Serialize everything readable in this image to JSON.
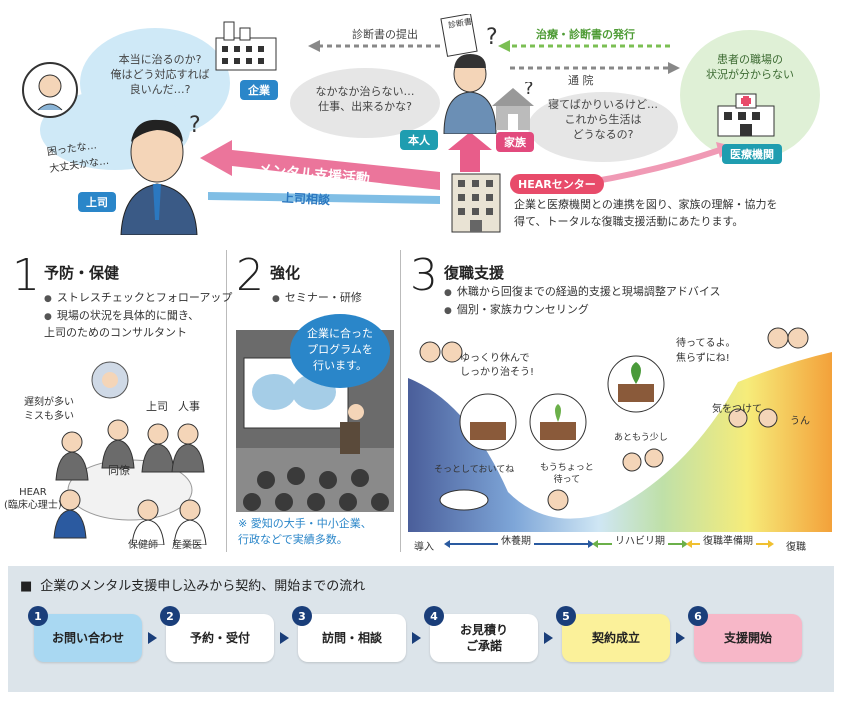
{
  "top": {
    "submit_label": "診断書の提出",
    "issue_label": "治療・診断書の発行",
    "visit_label": "通 院",
    "boss_thought": "本当に治るのか?\n俺はどう対応すれば\n良いんだ…?",
    "boss_handwritten": "困ったな…\n大丈夫かな…",
    "company_tag": "企業",
    "boss_tag": "上司",
    "person_thought": "なかなか治らない…\n仕事、出来るかな?",
    "family_thought": "寝てばかりいるけど…\nこれから生活は\nどうなるの?",
    "medical_thought": "患者の職場の\n状況が分からない",
    "person_tag": "本人",
    "family_tag": "家族",
    "medical_tag": "医療機関",
    "doc_label": "診断書",
    "mental_support": "メンタル支援活動",
    "boss_consult": "上司相談",
    "hear_tag": "HEARセンター",
    "hear_desc": "企業と医療機関との連携を図り、家族の理解・協力を\n得て、トータルな復職支援活動にあたります。"
  },
  "sections": [
    {
      "num": "1",
      "title": "予防・保健",
      "bullets": [
        "ストレスチェックとフォローアップ",
        "現場の状況を具体的に聞き、\n上司のためのコンサルタント"
      ],
      "labels": {
        "late": "遅刻が多い\nミスも多い",
        "boss": "上司",
        "hr": "人事",
        "colleague": "同僚",
        "hear": "HEAR\n(臨床心理士)",
        "nurse": "保健師",
        "doctor": "産業医"
      }
    },
    {
      "num": "2",
      "title": "強化",
      "bullets": [
        "セミナー・研修"
      ],
      "bubble": "企業に合った\nプログラムを\n行います。",
      "note": "※ 愛知の大手・中小企業、\n行政などで実績多数。"
    },
    {
      "num": "3",
      "title": "復職支援",
      "bullets": [
        "休職から回復までの経過的支援と現場調整アドバイス",
        "個別・家族カウンセリング"
      ],
      "hand": {
        "rest": "ゆっくり休んで\nしっかり治そう!",
        "wait": "待ってるよ。\n焦らずにね!",
        "careful": "気をつけて",
        "un": "うん",
        "leave": "そっとしておいてね",
        "more": "もうちょっと\n待って",
        "almost": "あともう少し"
      },
      "phases": [
        "導入",
        "休養期",
        "リハビリ期",
        "復職準備期",
        "復職"
      ]
    }
  ],
  "flow": {
    "title": "企業のメンタル支援申し込みから契約、開始までの流れ",
    "steps": [
      {
        "num": "1",
        "label": "お問い合わせ",
        "color": "#a9d8f2"
      },
      {
        "num": "2",
        "label": "予約・受付",
        "color": "#ffffff"
      },
      {
        "num": "3",
        "label": "訪問・相談",
        "color": "#ffffff"
      },
      {
        "num": "4",
        "label": "お見積り\nご承諾",
        "color": "#ffffff"
      },
      {
        "num": "5",
        "label": "契約成立",
        "color": "#fbf19a"
      },
      {
        "num": "6",
        "label": "支援開始",
        "color": "#f7b7c8"
      }
    ]
  }
}
